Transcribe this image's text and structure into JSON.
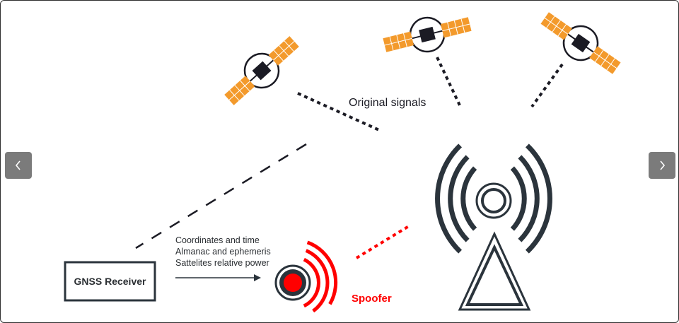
{
  "diagram": {
    "original_signals_label": "Original signals",
    "receiver_label": "GNSS Receiver",
    "spoofer_label": "Spoofer",
    "info_lines": [
      "Coordinates and time",
      "Almanac and ephemeris",
      "Sattelites relative power"
    ]
  },
  "carousel": {
    "prev_icon": "chevron-left-icon",
    "next_icon": "chevron-right-icon"
  },
  "colors": {
    "panel_orange": "#f39a2c",
    "satellite_body": "#1b1b24",
    "tower": "#2b343c",
    "spoofer_red": "#ff0000",
    "text_dark": "#2b2f33",
    "nav_bg": "#7b7b7b"
  }
}
